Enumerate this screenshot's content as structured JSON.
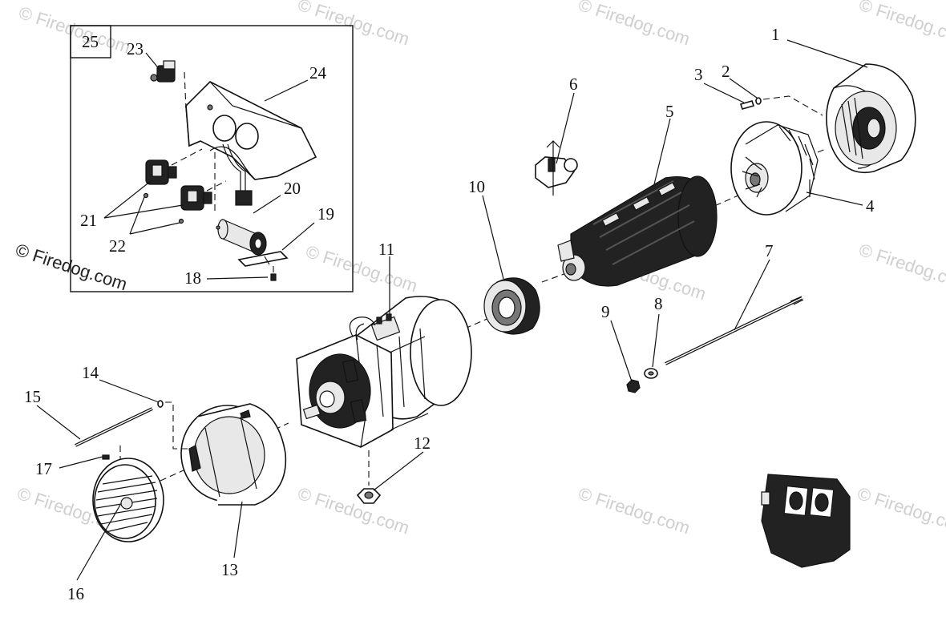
{
  "diagram": {
    "callouts": [
      "1",
      "2",
      "3",
      "4",
      "5",
      "6",
      "7",
      "8",
      "9",
      "10",
      "11",
      "12",
      "13",
      "14",
      "15",
      "16",
      "17",
      "18",
      "19",
      "20",
      "21",
      "22",
      "23",
      "24",
      "25"
    ],
    "watermark": "© Firedog.com"
  }
}
